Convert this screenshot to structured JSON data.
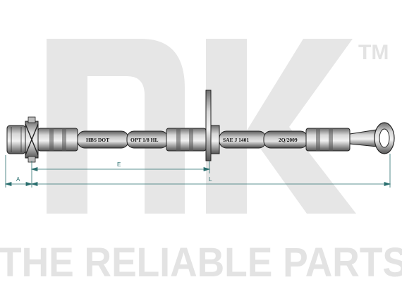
{
  "watermark": {
    "logo_text": "nk",
    "trademark": "TM",
    "slogan": "THE RELIABLE PARTS"
  },
  "hose": {
    "labels": [
      "HBS DOT",
      "OPT 1/8 HL",
      "SAE J 1401",
      "2Q/2009"
    ]
  },
  "dimensions": {
    "a_label": "A",
    "e_label": "E",
    "l_label": "L"
  },
  "colors": {
    "dimension_line": "#2a6f6f",
    "watermark": "#e6e6e6",
    "hose_metal": "#9a9a9a",
    "hose_rubber": "#b0b0b0"
  }
}
